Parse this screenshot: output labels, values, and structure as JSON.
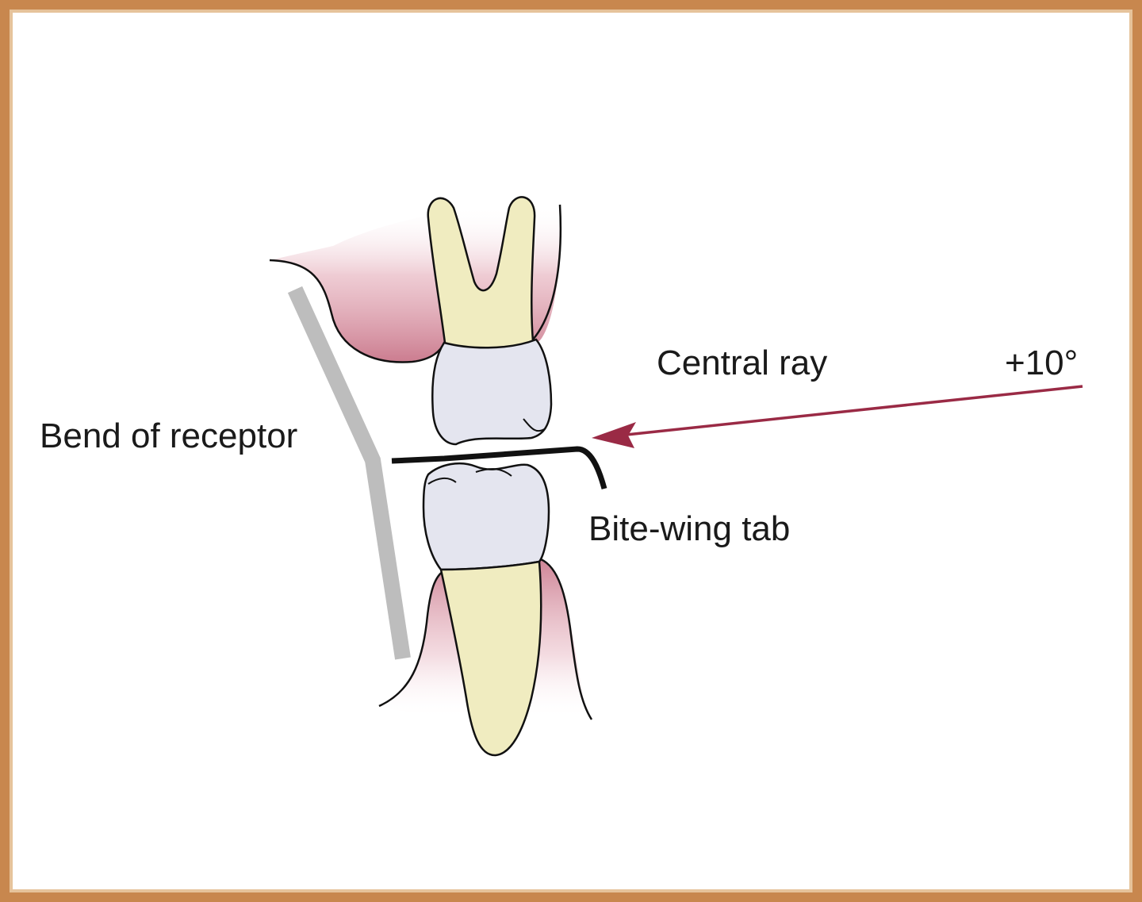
{
  "labels": {
    "central_ray": "Central ray",
    "angle": "+10°",
    "bend_of_receptor": "Bend of receptor",
    "bite_wing_tab": "Bite-wing tab"
  },
  "colors": {
    "frame": "#c8874e",
    "gingiva": "#c9768a",
    "root": "#f0ecc0",
    "crown": "#e4e5ef",
    "receptor": "#bdbdbd",
    "arrow": "#9a2a45",
    "tab": "#111111"
  }
}
